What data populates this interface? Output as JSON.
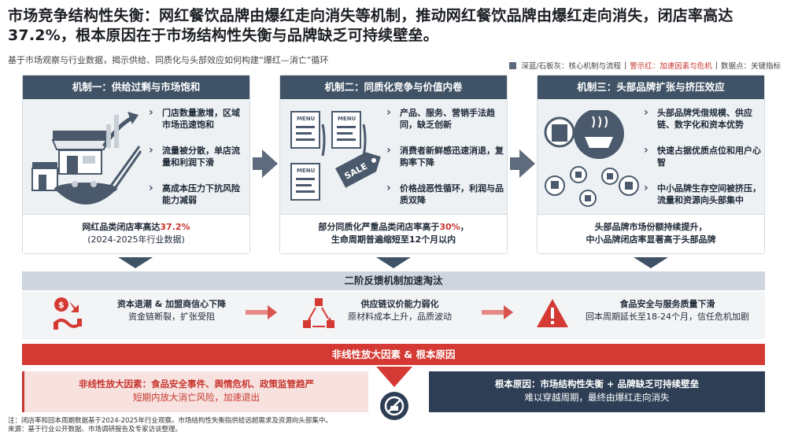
{
  "title": "市场竞争结构性失衡：网红餐饮品牌由爆红走向消失等机制，推动网红餐饮品牌由爆红走向消失，闭店率高达37.2%，根本原因在于市场结构性失衡与品牌缺乏可持续壁垒。",
  "subtitle": "基于市场观察与行业数据，揭示供给、同质化与头部效应如何构建“爆红—消亡”循环",
  "legend": {
    "item1": "深蓝/石板灰：核心机制与流程",
    "item2": "警示红：加速因素与危机",
    "item3": "数据点：关键指标"
  },
  "panels": [
    {
      "header": "机制一：供给过剩与市场饱和",
      "bullets": [
        "门店数量激增，区域市场迅速饱和",
        "流量被分散，单店流量和利润下滑",
        "高成本压力下抗风险能力减弱"
      ],
      "foot_line1": "网红品类闭店率高达",
      "foot_value": "37.2%",
      "foot_line2": "(2024-2025年行业数据)"
    },
    {
      "header": "机制二：同质化竞争与价值内卷",
      "bullets": [
        "产品、服务、营销手法趋同，缺乏创新",
        "消费者新鲜感迅速消退，复购率下降",
        "价格战恶性循环，利润与品质双降"
      ],
      "foot_line1": "部分同质化严重品类闭店率高于",
      "foot_value": "30%",
      "foot_line2_a": "生命周期普遍缩短至",
      "foot_line2_value": "12",
      "foot_line2_b": "个月以内",
      "menu_label": "MENU",
      "sale_label": "SALE"
    },
    {
      "header": "机制三：头部品牌扩张与挤压效应",
      "bullets": [
        "头部品牌凭借规模、供应链、数字化和资本优势",
        "快速占据优质点位和用户心智",
        "中小品牌生存空间被挤压，流量和资源向头部集中"
      ],
      "foot_line1": "头部品牌市场份额持续提升，",
      "foot_line2": "中小品牌闭店率显著高于头部品牌"
    }
  ],
  "feedback": {
    "title": "二阶反馈机制加速淘汰",
    "items": [
      {
        "title": "资本退潮 & 加盟商信心下降",
        "desc": "资金链断裂，扩张受阻"
      },
      {
        "title": "供应链议价能力弱化",
        "desc": "原材料成本上升，品质波动"
      },
      {
        "title": "食品安全与服务质量下滑",
        "desc": "回本周期延长至18-24个月，信任危机加剧"
      }
    ]
  },
  "root_band": "非线性放大因素 & 根本原因",
  "amplifier": {
    "title": "非线性放大因素：食品安全事件、舆情危机、政策监管趋严",
    "desc": "短期内放大消亡风险，加速退出"
  },
  "root_cause": {
    "title": "根本原因：市场结构性失衡 + 品牌缺乏可持续壁垒",
    "desc": "难以穿越周期，最终由爆红走向消失"
  },
  "notes": {
    "line1": "注：闭店率和回本周期数据基于2024-2025年行业观察。市场结构性失衡指供给远超需求及资源向头部集中。",
    "line2": "来源：基于行业公开数据、市场调研报告及专家访谈整理。"
  },
  "colors": {
    "slate": "#3f5266",
    "red": "#d43a33",
    "navy": "#2e3f55",
    "panel_bg": "#eef1f4"
  }
}
